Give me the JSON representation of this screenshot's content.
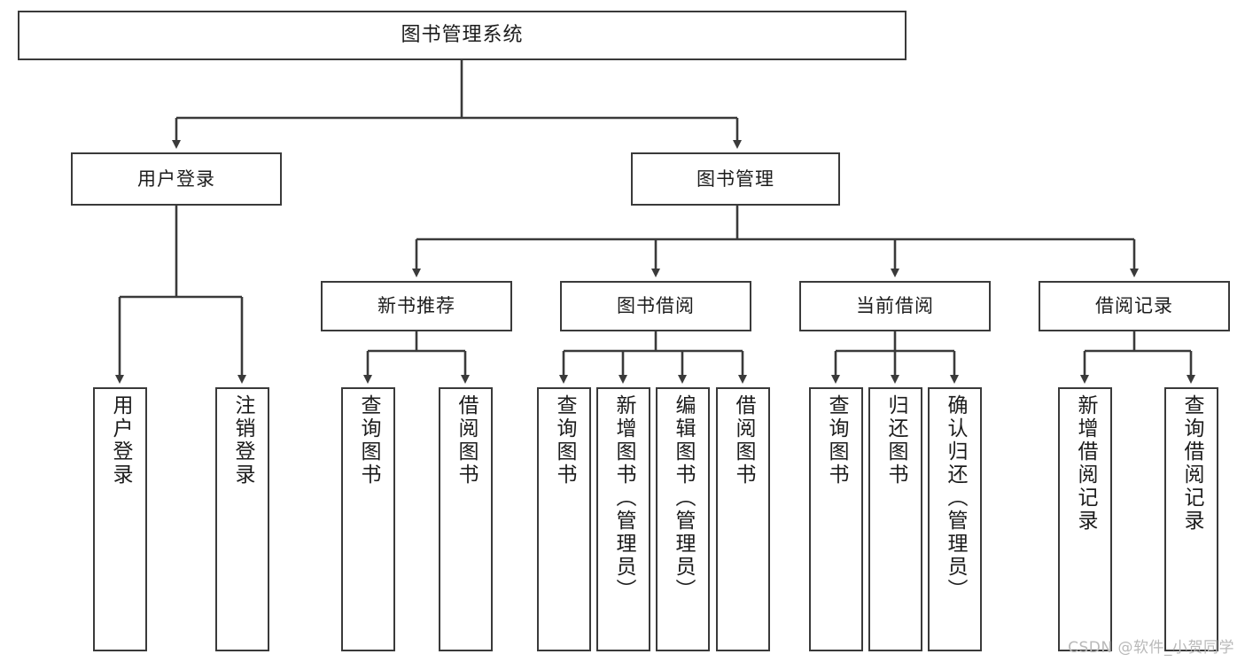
{
  "diagram": {
    "title_node": {
      "label": "图书管理系统"
    },
    "level2": [
      {
        "label": "用户登录"
      },
      {
        "label": "图书管理"
      }
    ],
    "level3": [
      {
        "label": "新书推荐"
      },
      {
        "label": "图书借阅"
      },
      {
        "label": "当前借阅"
      },
      {
        "label": "借阅记录"
      }
    ],
    "leaves": {
      "user_login": [
        {
          "label": "用户登录"
        },
        {
          "label": "注销登录"
        }
      ],
      "new_book_recommend": [
        {
          "label": "查询图书"
        },
        {
          "label": "借阅图书"
        }
      ],
      "book_borrow": [
        {
          "label": "查询图书"
        },
        {
          "label": "新增图书（管理员）"
        },
        {
          "label": "编辑图书（管理员）"
        },
        {
          "label": "借阅图书"
        }
      ],
      "current_borrow": [
        {
          "label": "查询图书"
        },
        {
          "label": "归还图书"
        },
        {
          "label": "确认归还（管理员）"
        }
      ],
      "borrow_record": [
        {
          "label": "新增借阅记录"
        },
        {
          "label": "查询借阅记录"
        }
      ]
    },
    "watermark": "CSDN @软件_小贺同学",
    "colors": {
      "stroke": "#3a3a3a",
      "fill": "#ffffff",
      "text": "#1c1c1c",
      "watermark": "#b9b9b9"
    }
  }
}
